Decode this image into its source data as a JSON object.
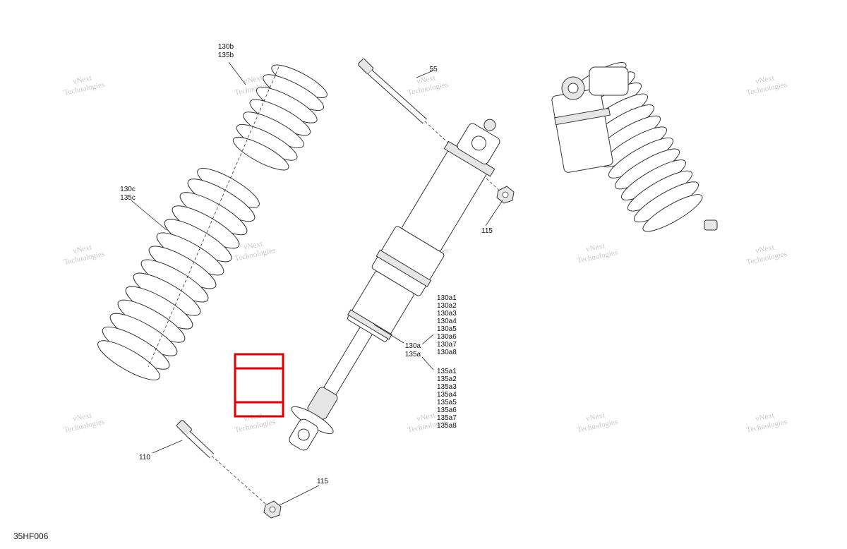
{
  "colors": {
    "highlight": "#e00000",
    "watermark": "#c9c9c9",
    "line": "#333333"
  },
  "watermark_text": [
    "vNext",
    "Technologies"
  ],
  "labels": {
    "spring_top": [
      "130b",
      "135b"
    ],
    "spring_bottom": [
      "130c",
      "135c"
    ],
    "bolt_top": "55",
    "nut_top": "115",
    "bolt_bottom": "110",
    "nut_bottom": "115",
    "shock": [
      "130a",
      "135a"
    ],
    "list_130": [
      "130a1",
      "130a2",
      "130a3",
      "130a4",
      "130a5",
      "130a6",
      "130a7",
      "130a8"
    ],
    "list_135": [
      "135a1",
      "135a2",
      "135a3",
      "135a4",
      "135a5",
      "135a6",
      "135a7",
      "135a8"
    ]
  },
  "figure_code": "35HF006"
}
